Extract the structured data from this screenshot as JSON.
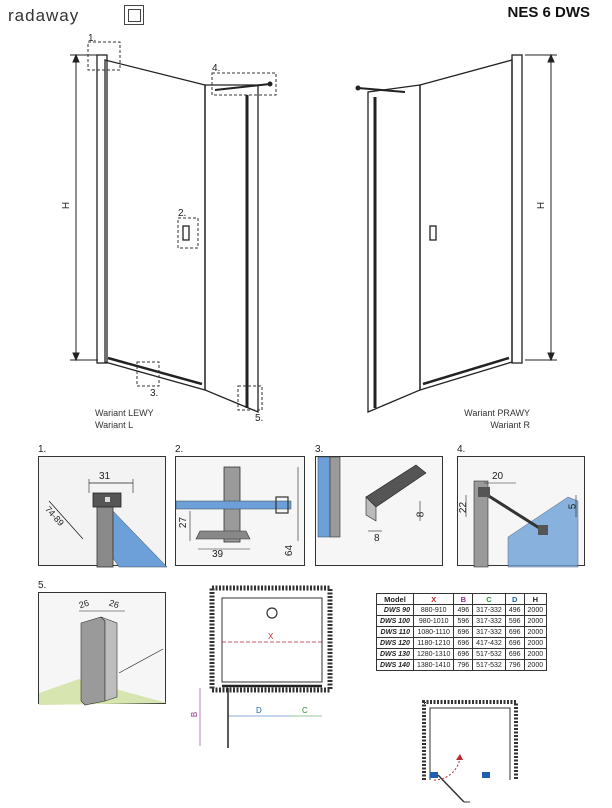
{
  "header": {
    "brand": "radaway",
    "model": "NES 6 DWS"
  },
  "variants": {
    "left": {
      "line1": "Wariant LEWY",
      "line2": "Wariant L"
    },
    "right": {
      "line1": "Wariant PRAWY",
      "line2": "Wariant R"
    }
  },
  "drawing_labels": {
    "height": "H",
    "d1": "1.",
    "d2": "2.",
    "d3": "3.",
    "d4": "4.",
    "d5": "5."
  },
  "details": {
    "p1": {
      "num": "1.",
      "dim_top": "31",
      "dim_side": "74-89"
    },
    "p2": {
      "num": "2.",
      "dim_a": "27",
      "dim_b": "39",
      "dim_c": "64"
    },
    "p3": {
      "num": "3.",
      "dim_a": "8",
      "dim_b": "8"
    },
    "p4": {
      "num": "4.",
      "dim_a": "20",
      "dim_b": "22",
      "dim_c": "5"
    },
    "p5": {
      "num": "5.",
      "dim_a": "26",
      "dim_b": "26"
    }
  },
  "plan": {
    "x": "X",
    "b": "B",
    "d": "D",
    "c": "C"
  },
  "table": {
    "headers": [
      "Model",
      "X",
      "B",
      "C",
      "D",
      "H"
    ],
    "rows": [
      [
        "DWS 90",
        "880-910",
        "496",
        "317-332",
        "496",
        "2000"
      ],
      [
        "DWS 100",
        "980-1010",
        "596",
        "317-332",
        "596",
        "2000"
      ],
      [
        "DWS 110",
        "1080-1110",
        "696",
        "317-332",
        "696",
        "2000"
      ],
      [
        "DWS 120",
        "1180-1210",
        "696",
        "417-432",
        "696",
        "2000"
      ],
      [
        "DWS 130",
        "1280-1310",
        "696",
        "517-532",
        "696",
        "2000"
      ],
      [
        "DWS 140",
        "1380-1410",
        "796",
        "517-532",
        "796",
        "2000"
      ]
    ]
  },
  "colors": {
    "red": "#c0282d",
    "blue": "#1f5fb0",
    "green": "#2a8c3a",
    "purple": "#8a2f8a"
  }
}
